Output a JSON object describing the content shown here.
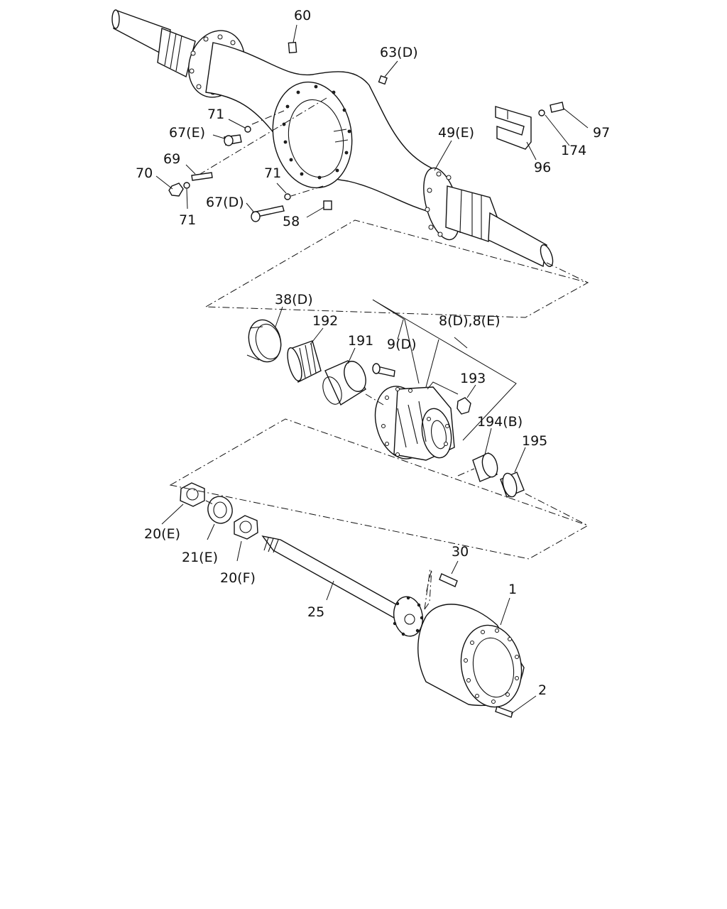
{
  "labels": {
    "l60": "60",
    "l63d": "63(D)",
    "l71a": "71",
    "l67e": "67(E)",
    "l69": "69",
    "l70": "70",
    "l71b": "71",
    "l71c": "71",
    "l67d": "67(D)",
    "l58": "58",
    "l49e": "49(E)",
    "l97": "97",
    "l174": "174",
    "l96": "96",
    "l38d": "38(D)",
    "l192": "192",
    "l191": "191",
    "l9d": "9(D)",
    "l8de": "8(D),8(E)",
    "l193": "193",
    "l194b": "194(B)",
    "l195": "195",
    "l20e": "20(E)",
    "l21e": "21(E)",
    "l20f": "20(F)",
    "l30": "30",
    "l25": "25",
    "l1": "1",
    "l2": "2"
  }
}
